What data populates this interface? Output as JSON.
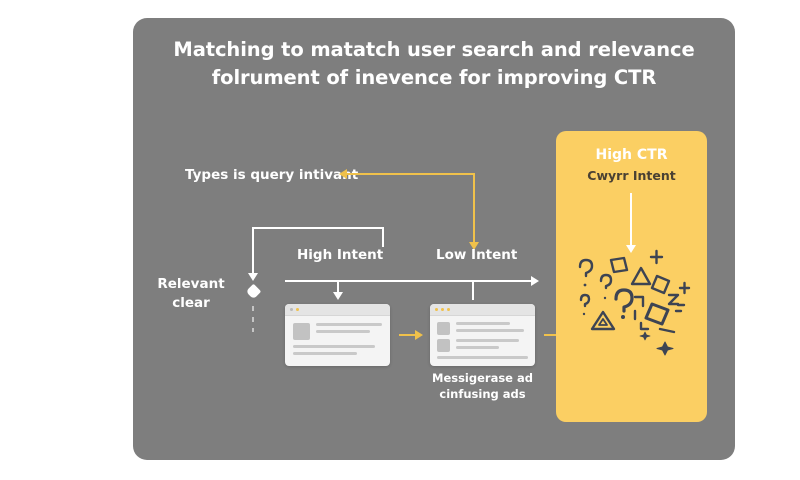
{
  "slide": {
    "background_color": "#7e7e7e",
    "page_color": "#ffffff",
    "accent_color": "#f0c14b",
    "panel_color": "#fbcf63",
    "title_lines": [
      "Matching to matatch user search and relevance",
      "folrument of inevence for improving CTR"
    ]
  },
  "labels": {
    "query_intent": "Types is query intivant",
    "relevant_line1": "Relevant",
    "relevant_line2": "clear",
    "high_intent": "High Intent",
    "low_intent": "Low Intent"
  },
  "cards": [
    {
      "name": "high-intent-ad-card",
      "dots": [
        "gray",
        "accent"
      ],
      "rows": [
        {
          "thumb": true,
          "lines": [
            2
          ]
        },
        {
          "thumb": false,
          "lines": [
            1,
            1
          ]
        }
      ]
    },
    {
      "name": "low-intent-ad-card",
      "dots": [
        "accent",
        "accent",
        "accent"
      ],
      "caption_line1": "Messigerase ad",
      "caption_line2": "cinfusing ads",
      "rows": [
        {
          "thumb": true,
          "lines": [
            2
          ]
        },
        {
          "thumb": true,
          "lines": [
            2
          ]
        },
        {
          "thumb": false,
          "lines": [
            1
          ]
        }
      ]
    }
  ],
  "panel": {
    "title": "High CTR",
    "subtitle": "Cwyrr Intent",
    "doodle_shapes": [
      "question-mark",
      "question-mark",
      "question-mark",
      "question-mark",
      "square",
      "square",
      "square",
      "triangle",
      "triangle",
      "plus",
      "plus",
      "star",
      "zigzag",
      "bracket",
      "dash"
    ]
  },
  "connectors": [
    {
      "name": "low-intent-to-query-label",
      "color": "#f0c14b",
      "direction": "left"
    },
    {
      "name": "high-intent-to-relevant-label",
      "color": "#ffffff",
      "direction": "down"
    },
    {
      "name": "intent-axis",
      "color": "#ffffff",
      "direction": "right"
    },
    {
      "name": "card-to-card-arrow",
      "color": "#f0c14b",
      "direction": "right"
    },
    {
      "name": "card-to-panel-arrow",
      "color": "#f0c14b",
      "direction": "right"
    },
    {
      "name": "panel-inner-arrow",
      "color": "#ffffff",
      "direction": "down"
    }
  ]
}
